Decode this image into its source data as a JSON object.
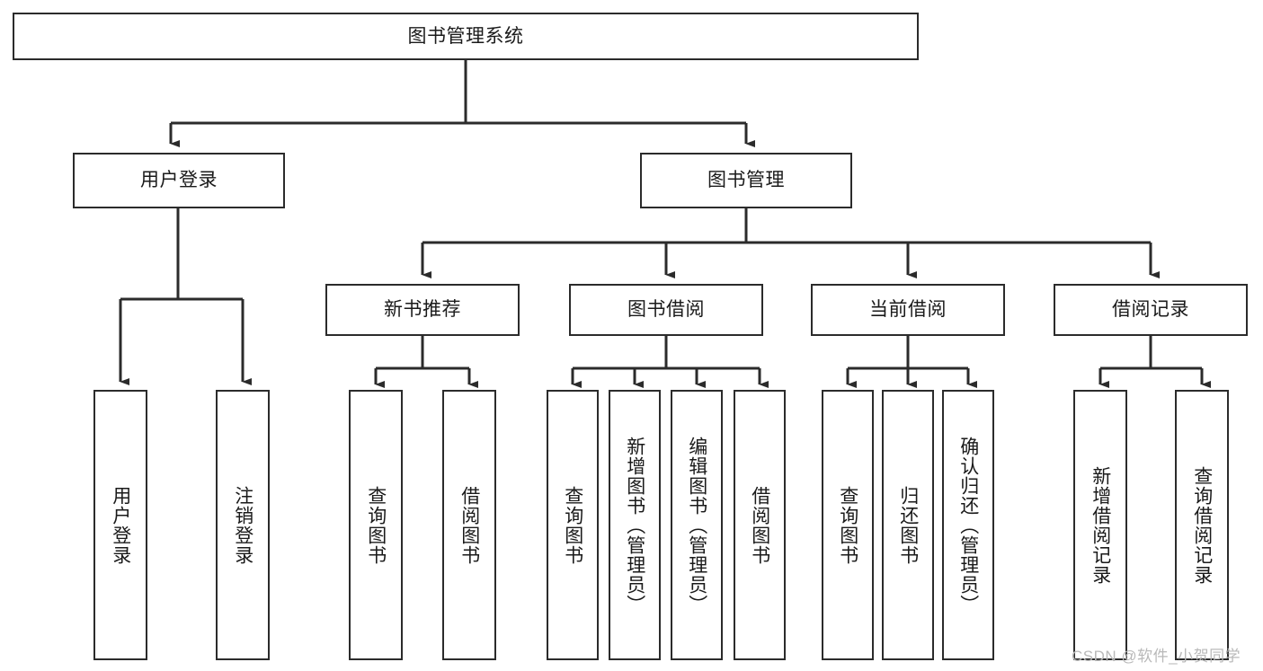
{
  "diagram": {
    "title": "图书管理系统",
    "watermark": "CSDN @软件_小贺同学",
    "line_color": "#2b2b2b",
    "box_fill": "#ffffff",
    "text_color": "#1a1a1a",
    "watermark_color": "#b9b9b9",
    "levels": {
      "root": {
        "label": "图书管理系统"
      },
      "level2": [
        {
          "label": "用户登录"
        },
        {
          "label": "图书管理"
        }
      ],
      "level3": [
        {
          "label": "新书推荐"
        },
        {
          "label": "图书借阅"
        },
        {
          "label": "当前借阅"
        },
        {
          "label": "借阅记录"
        }
      ],
      "leaves_user_login": [
        {
          "label": "用户登录"
        },
        {
          "label": "注销登录"
        }
      ],
      "leaves_new_books": [
        {
          "label": "查询图书"
        },
        {
          "label": "借阅图书"
        }
      ],
      "leaves_borrow": [
        {
          "label": "查询图书"
        },
        {
          "label": "新增图书（管理员）"
        },
        {
          "label": "编辑图书（管理员）"
        },
        {
          "label": "借阅图书"
        }
      ],
      "leaves_current": [
        {
          "label": "查询图书"
        },
        {
          "label": "归还图书"
        },
        {
          "label": "确认归还（管理员）"
        }
      ],
      "leaves_records": [
        {
          "label": "新增借阅记录"
        },
        {
          "label": "查询借阅记录"
        }
      ]
    }
  }
}
